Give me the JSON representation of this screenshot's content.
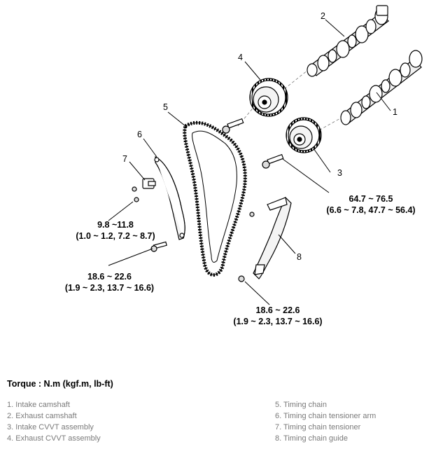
{
  "callouts": {
    "c1": "1",
    "c2": "2",
    "c3": "3",
    "c4": "4",
    "c5": "5",
    "c6": "6",
    "c7": "7",
    "c8": "8"
  },
  "torque_specs": {
    "tensioner_bolt": {
      "value": "9.8 ~11.8",
      "alt": "(1.0 ~ 1.2, 7.2 ~ 8.7)"
    },
    "cvvt_bolt": {
      "value": "64.7 ~ 76.5",
      "alt": "(6.6 ~ 7.8, 47.7 ~ 56.4)"
    },
    "arm_bolt": {
      "value": "18.6 ~ 22.6",
      "alt": "(1.9 ~ 2.3, 13.7 ~ 16.6)"
    },
    "guide_bolt": {
      "value": "18.6 ~ 22.6",
      "alt": "(1.9 ~ 2.3, 13.7 ~ 16.6)"
    }
  },
  "torque_heading": "Torque : N.m (kgf.m, lb-ft)",
  "legend": {
    "left": [
      "1. Intake camshaft",
      "2. Exhaust camshaft",
      "3. Intake CVVT assembly",
      "4. Exhaust CVVT assembly"
    ],
    "right": [
      "5. Timing chain",
      "6. Timing chain tensioner arm",
      "7. Timing chain tensioner",
      "8. Timing chain guide"
    ]
  }
}
